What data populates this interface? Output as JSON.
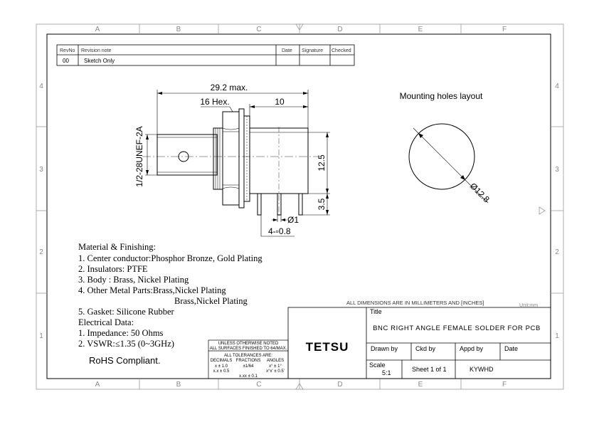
{
  "grid": {
    "columns": [
      "A",
      "B",
      "C",
      "D",
      "E",
      "F"
    ],
    "rows": [
      "4",
      "3",
      "2",
      "1"
    ]
  },
  "revision_table": {
    "headers": [
      "RevNo",
      "Revision note",
      "Date",
      "Signature",
      "Checked"
    ],
    "rows": [
      [
        "00",
        "Sketch Only",
        "",
        "",
        ""
      ]
    ]
  },
  "drawing": {
    "dim_overall": "29.2 max.",
    "dim_hex": "16 Hex.",
    "dim_body": "10",
    "dim_thread": "1/2-28UNEF-2A",
    "dim_height": "12.5",
    "dim_pin": "3.5",
    "dim_pin_dia": "Ø1",
    "dim_square": "4-▫0.8",
    "mounting_title": "Mounting holes layout",
    "mounting_dia": "Ø12.8"
  },
  "materials": {
    "heading": "Material & Finishing:",
    "items": [
      "1. Center conductor:Phosphor Bronze, Gold Plating",
      "2. Insulators: PTFE",
      "3. Body : Brass, Nickel Plating",
      "4. Other Metal Parts:Brass,Nickel Plating",
      "Brass,Nickel Plating",
      "5. Gasket: Silicone Rubber"
    ],
    "electrical_heading": "Electrical Data:",
    "electrical": [
      "1. Impedance: 50 Ohms",
      "2. VSWR:≤1.35 (0~3GHz)"
    ],
    "rohs": "RoHS Compliant."
  },
  "tolerance": {
    "line1": "UNLESS OTHERWISE NOTED",
    "line2": "ALL SURFACES FINISHED TO 64/MAX.",
    "line3": "ALL TOLERANCES ARE:",
    "col_labels": [
      "DECIMALS",
      "FRACTIONS",
      "ANGLES"
    ],
    "row1": [
      "x ± 1.0",
      "±1/64",
      "x° ± 1°"
    ],
    "row2": [
      "x.x ± 0.5",
      "x.xx ± 0.1",
      "x°x' ± 0.5'"
    ]
  },
  "title_block": {
    "dims_note": "ALL DIMENSIONS ARE IN MILLIMETERS AND [INCHES]",
    "unit": "Unit:mm",
    "title_label": "Title",
    "title": "BNC RIGHT ANGLE FEMALE SOLDER FOR PCB",
    "company": "TETSU",
    "drawn_by": "Drawn by",
    "ckd_by": "Ckd by",
    "appd_by": "Appd by",
    "date": "Date",
    "scale_label": "Scale",
    "scale": "5:1",
    "sheet": "Sheet 1 of 1",
    "appd_value": "KYWHD"
  }
}
